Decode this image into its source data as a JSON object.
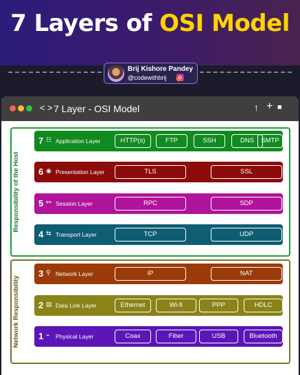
{
  "header": {
    "title_part1": "7 Layers of ",
    "title_part2": "OSI Model",
    "author_name": "Brij Kishore Pandey",
    "author_handle": "@codewithbrij"
  },
  "window": {
    "title": "7 Layer - OSI Model",
    "nav_back": "<",
    "nav_forward": ">",
    "icon_share": "↑",
    "icon_add": "+",
    "icon_tabs": "■"
  },
  "groups": {
    "host_label": "Responsibility of the Host",
    "network_label": "Network Responsibility"
  },
  "layers": [
    {
      "num": "7",
      "icon": "☷",
      "name": "Application Layer",
      "color": "#118a1f",
      "protocols": [
        "HTTP(s)",
        "FTP",
        "SSH",
        "DNS",
        "SMTP"
      ]
    },
    {
      "num": "6",
      "icon": "◉",
      "name": "Presentation Layer",
      "color": "#8c0b0b",
      "protocols": [
        "TLS",
        "SSL"
      ]
    },
    {
      "num": "5",
      "icon": "⚯",
      "name": "Session Layer",
      "color": "#b0149a",
      "protocols": [
        "RPC",
        "SDP"
      ]
    },
    {
      "num": "4",
      "icon": "⇆",
      "name": "Transport Layer",
      "color": "#0f5d72",
      "protocols": [
        "TCP",
        "UDP"
      ]
    },
    {
      "num": "3",
      "icon": "⚲",
      "name": "Network Layer",
      "color": "#9a3b09",
      "protocols": [
        "IP",
        "NAT"
      ]
    },
    {
      "num": "2",
      "icon": "▤",
      "name": "Data Link Layer",
      "color": "#8a8318",
      "protocols": [
        "Ethernet",
        "Wi-fi",
        "PPP",
        "HDLC"
      ]
    },
    {
      "num": "1",
      "icon": "⌁",
      "name": "Physical Layer",
      "color": "#5c16b8",
      "protocols": [
        "Coax",
        "Fiber",
        "USB",
        "Bluetooth"
      ]
    }
  ],
  "colors": {
    "accent_yellow": "#ffd400",
    "host_border": "#1e9e3a",
    "network_border": "#7a7328"
  }
}
